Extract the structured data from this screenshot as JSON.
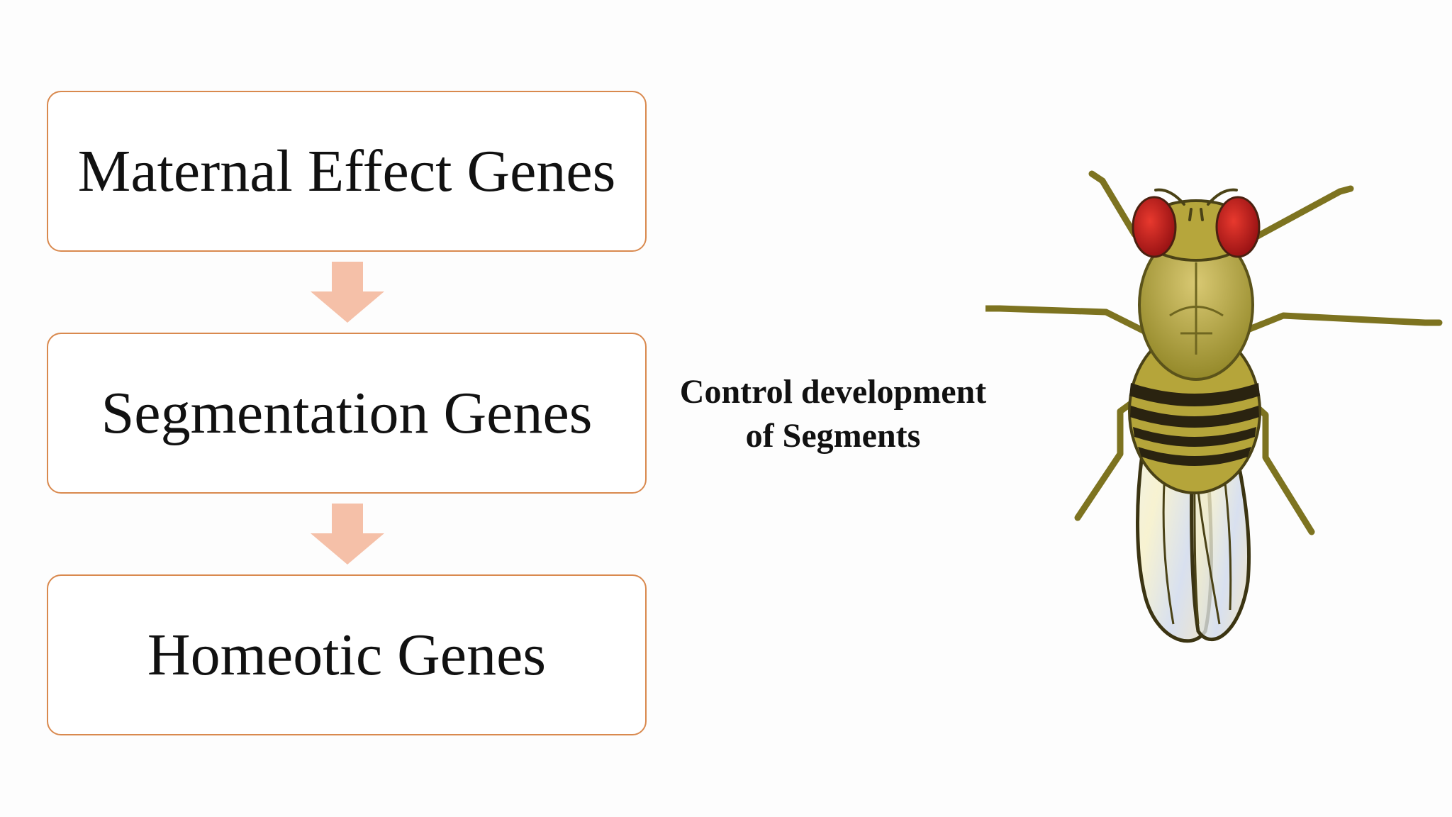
{
  "flow": {
    "boxes": [
      {
        "label": "Maternal Effect Genes"
      },
      {
        "label": "Segmentation Genes"
      },
      {
        "label": "Homeotic Genes"
      }
    ]
  },
  "caption": {
    "line1": "Control development",
    "line2": "of Segments"
  },
  "colors": {
    "box_border": "#d9894e",
    "arrow_fill": "#f5c0a8",
    "fly_body": "#a89a2c",
    "fly_eye": "#c0161b",
    "fly_stripe": "#2a2310"
  },
  "illustration": {
    "icon": "fruit-fly-icon"
  }
}
